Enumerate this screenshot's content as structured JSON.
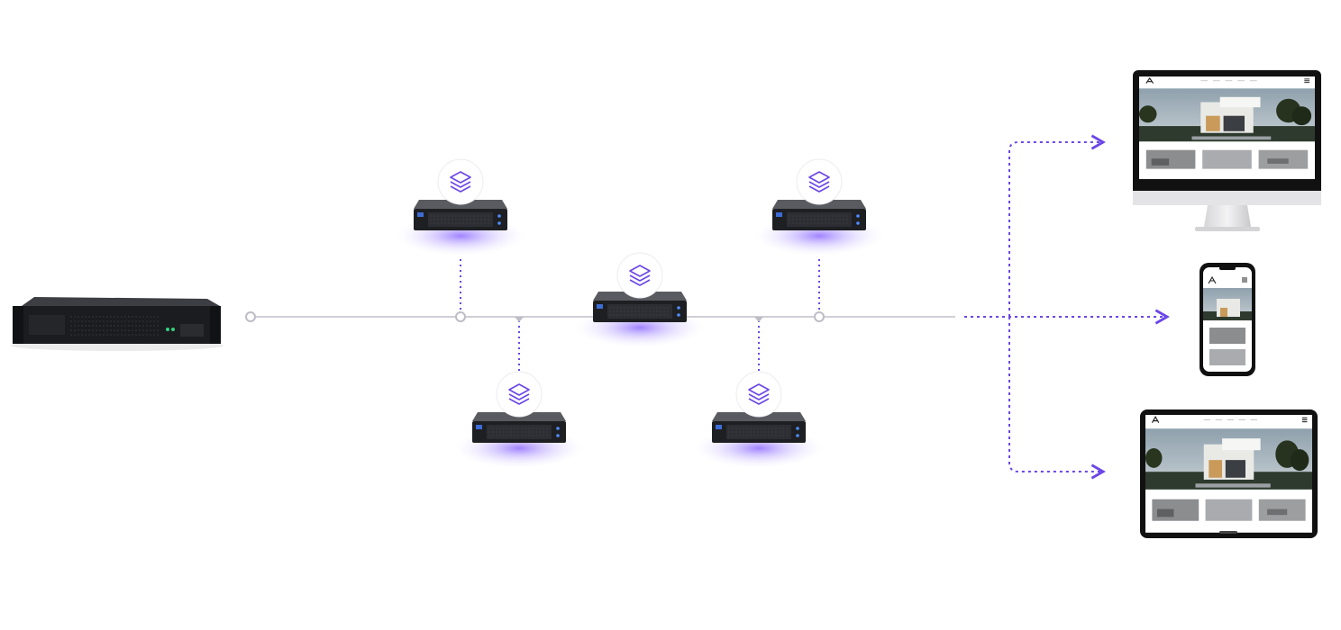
{
  "diagram": {
    "type": "cdn-network-topology",
    "nodes": [
      {
        "id": "origin",
        "kind": "origin-server-rack",
        "icon": "rack-server-icon"
      },
      {
        "id": "edge-top-left",
        "kind": "edge-server",
        "icon": "layers-icon"
      },
      {
        "id": "edge-bottom-left",
        "kind": "edge-server",
        "icon": "layers-icon"
      },
      {
        "id": "edge-center",
        "kind": "edge-server",
        "icon": "layers-icon"
      },
      {
        "id": "edge-top-right",
        "kind": "edge-server",
        "icon": "layers-icon"
      },
      {
        "id": "edge-bottom-right",
        "kind": "edge-server",
        "icon": "layers-icon"
      },
      {
        "id": "desktop",
        "kind": "client-device",
        "icon": "desktop-monitor-icon"
      },
      {
        "id": "phone",
        "kind": "client-device",
        "icon": "smartphone-icon"
      },
      {
        "id": "tablet",
        "kind": "client-device",
        "icon": "tablet-icon"
      }
    ],
    "edges": [
      {
        "from": "origin",
        "to": "edge-center",
        "style": "solid"
      },
      {
        "from": "edge-top-left",
        "to": "backbone",
        "style": "dotted"
      },
      {
        "from": "edge-bottom-left",
        "to": "backbone",
        "style": "dotted"
      },
      {
        "from": "edge-top-right",
        "to": "backbone",
        "style": "dotted"
      },
      {
        "from": "edge-bottom-right",
        "to": "backbone",
        "style": "dotted"
      },
      {
        "from": "backbone",
        "to": "desktop",
        "style": "dotted-arrow"
      },
      {
        "from": "backbone",
        "to": "phone",
        "style": "dotted-arrow"
      },
      {
        "from": "backbone",
        "to": "tablet",
        "style": "dotted-arrow"
      }
    ],
    "colors": {
      "accent": "#6b46e8",
      "accent_glow": "#b9a6ff",
      "line": "#cfcfd6",
      "server_dark": "#1e1f22",
      "server_top": "#4a4b50",
      "screen_bezel": "#111111",
      "page_bg": "#ffffff"
    }
  }
}
